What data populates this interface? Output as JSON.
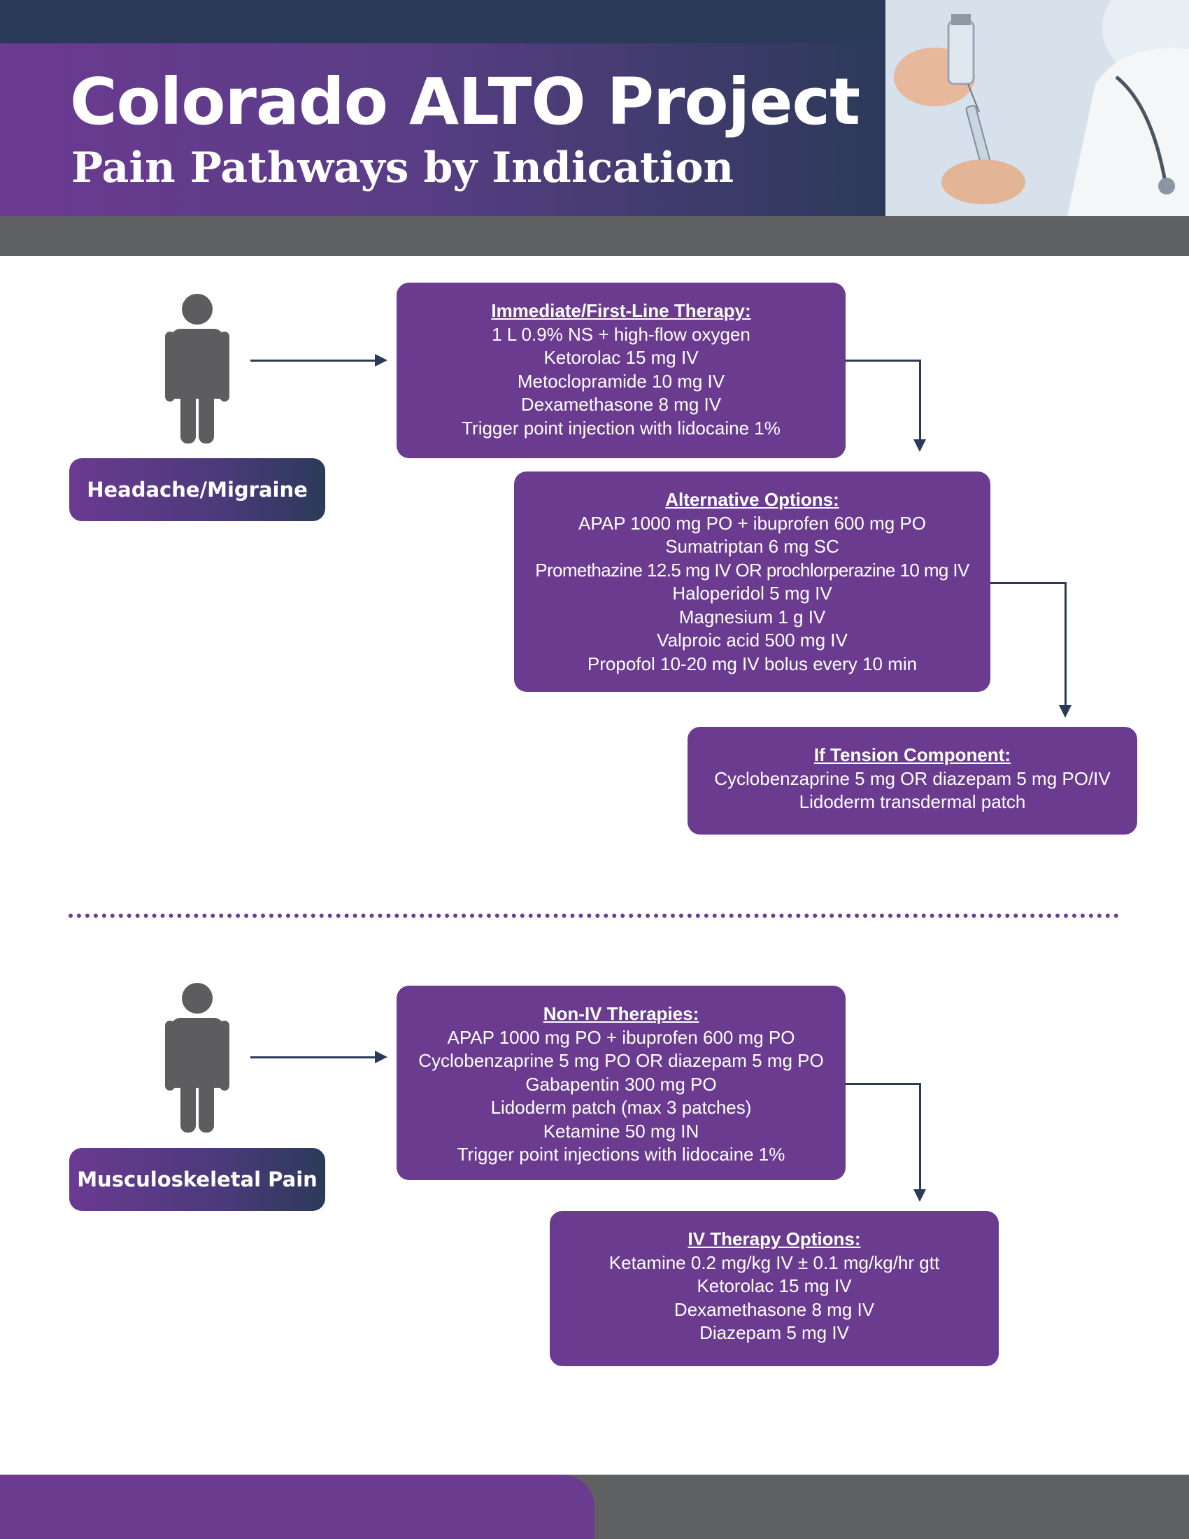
{
  "header": {
    "title": "Colorado ALTO Project",
    "subtitle": "Pain Pathways by Indication"
  },
  "colors": {
    "purple": "#6a3b8f",
    "navy": "#2c3a5a",
    "grey": "#5f6062"
  },
  "sections": [
    {
      "label": "Headache/Migraine",
      "boxes": [
        {
          "title": "Immediate/First-Line Therapy:",
          "lines": [
            "1 L 0.9% NS + high-flow oxygen",
            "Ketorolac 15 mg IV",
            "Metoclopramide 10 mg IV",
            "Dexamethasone 8 mg IV",
            "Trigger point injection with lidocaine 1%"
          ]
        },
        {
          "title": "Alternative Options:",
          "lines": [
            "APAP 1000 mg PO + ibuprofen 600 mg PO",
            "Sumatriptan 6 mg SC",
            "Promethazine 12.5 mg IV OR prochlorperazine 10 mg IV",
            "Haloperidol 5 mg IV",
            "Magnesium 1 g IV",
            "Valproic acid 500 mg IV",
            "Propofol 10-20 mg IV bolus every 10 min"
          ]
        },
        {
          "title": "If Tension Component:",
          "lines": [
            "Cyclobenzaprine 5 mg OR diazepam 5 mg PO/IV",
            "Lidoderm transdermal patch"
          ]
        }
      ]
    },
    {
      "label": "Musculoskeletal Pain",
      "boxes": [
        {
          "title": "Non-IV Therapies:",
          "lines": [
            "APAP 1000 mg PO + ibuprofen 600 mg PO",
            "Cyclobenzaprine 5 mg PO OR diazepam 5 mg PO",
            "Gabapentin 300 mg PO",
            "Lidoderm patch (max 3 patches)",
            "Ketamine 50 mg IN",
            "Trigger point injections with lidocaine 1%"
          ]
        },
        {
          "title": "IV Therapy Options:",
          "lines": [
            "Ketamine 0.2 mg/kg IV ± 0.1 mg/kg/hr gtt",
            "Ketorolac 15 mg IV",
            "Dexamethasone 8 mg IV",
            "Diazepam 5 mg IV"
          ]
        }
      ]
    }
  ]
}
